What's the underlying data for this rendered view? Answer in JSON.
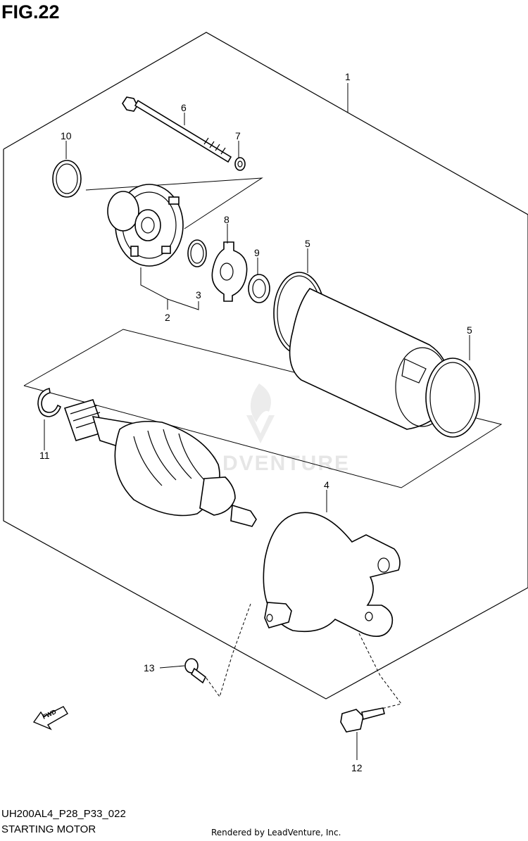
{
  "figure": {
    "title": "FIG.22",
    "code": "UH200AL4_P28_P33_022",
    "description": "STARTING MOTOR",
    "rendered_by": "Rendered by LeadVenture, Inc.",
    "watermark": "LEADVENTURE",
    "fwd_label": "FWD"
  },
  "callouts": {
    "c1": "1",
    "c2": "2",
    "c3": "3",
    "c4": "4",
    "c5a": "5",
    "c5b": "5",
    "c6": "6",
    "c7": "7",
    "c8": "8",
    "c9": "9",
    "c10": "10",
    "c11": "11",
    "c12": "12",
    "c13": "13"
  }
}
